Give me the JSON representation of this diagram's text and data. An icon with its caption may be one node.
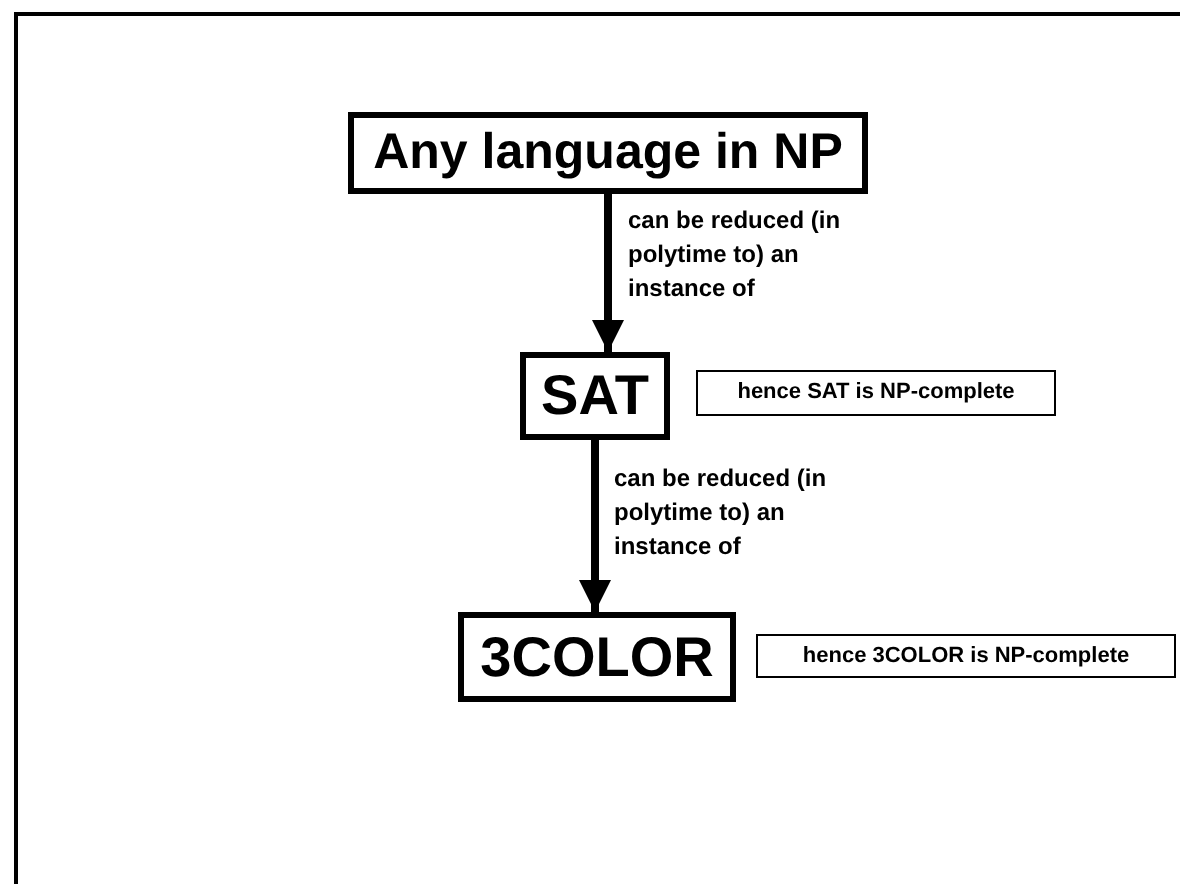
{
  "diagram": {
    "nodes": [
      {
        "text": [
          "Any language in NP"
        ]
      },
      {
        "text": [
          "SAT"
        ]
      },
      {
        "text": [
          "hence SAT is NP-complete"
        ]
      },
      {
        "text": [
          "3COLOR"
        ]
      },
      {
        "text": [
          "hence 3COLOR is NP-complete"
        ]
      }
    ],
    "edges": [
      {
        "from": 0,
        "to": 1,
        "arrow": "to",
        "label": "can be reduced (in polytime to) an instance of"
      },
      {
        "from": 1,
        "to": 3,
        "arrow": "to",
        "label": "can be reduced (in polytime to) an instance of"
      }
    ]
  }
}
